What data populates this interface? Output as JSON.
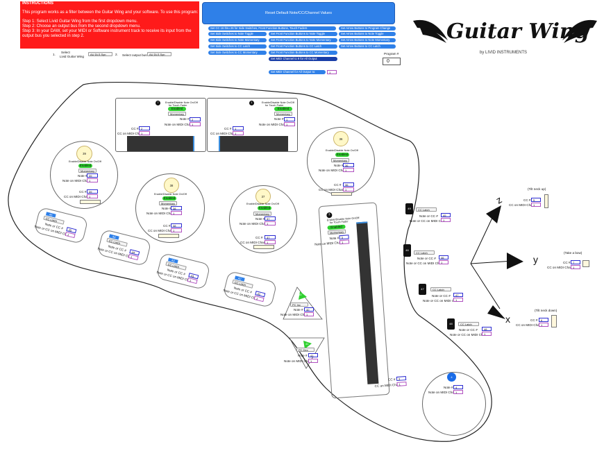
{
  "instructions": {
    "title": "INSTRUCTIONS",
    "intro": "This program works as a filter between the Guitar Wing and your software. To use this program:",
    "step1": "Step 1: Select Livid Guitar Wing from the first dropdown menu.",
    "step2": "Step 2: Choose an output bus from the second dropdown menu.",
    "step3a": "Step 3: In your DAW, set your MIDI or Software instrument track to receive its input from the",
    "step3b": "output bus you selected in step 2."
  },
  "io": {
    "step1_num": "1.",
    "select_label_a": "Select",
    "select_label_b": "Livid Guitar Wing",
    "input_value": "AU DLS Syn",
    "step2_num": "2.",
    "output_label": "Select output bus",
    "output_value": "AU DLS Syn"
  },
  "reset_button": "Reset Default Note/CC/Channel Values",
  "preset_buttons": [
    "Set CC 16 thru 26 for Side Switches, Front Function Buttons, Touch Faders",
    "Set Side Switches to Note Toggle",
    "Set Side Switches to Note Momentary",
    "Set Side Switches to CC Latch",
    "Set Side Switches to CC Momentary",
    "Set Front Function Buttons to Note Toggle",
    "Set Front Function Buttons to Note Momentary",
    "Set Front Function Buttons to CC Latch",
    "Set Front Function Buttons to CC Momentary",
    "Set MIDI Channel to 9 for All Output",
    "Set Arrow Buttons to Program Change",
    "Set Arrow Buttons to Note Toggle",
    "Set Arrow Buttons to Note Momentary",
    "Set Arrow Buttons to CC Latch"
  ],
  "midi_all": {
    "label": "Set MIDI Channel for All Output to:",
    "value": "1"
  },
  "program": {
    "label": "Program #",
    "value": "0"
  },
  "logo": {
    "text": "Guitar Wing",
    "sub": "by LIVID INSTRUMENTS"
  },
  "common": {
    "enable_label_a": "Enable/Disable Note On/Off",
    "enable_label_b": "for Touch Fader",
    "enabled": "Enabled",
    "momentary": "Momentary",
    "cc_latch": "CC Latch",
    "pc_inc": "PC Inc",
    "pc_dec": "PC Dec",
    "note_num": "Note #",
    "cc_num": "CC #",
    "note_or_cc": "Note or CC #",
    "note_or_cc_chan": "Note or CC on MIDI Chan",
    "note_on_chan": "Note on MIDI Chan",
    "cc_on_chan": "CC on MIDI Chan",
    "chan": "1"
  },
  "faders": [
    {
      "id": "7",
      "note": "2",
      "cc": "2"
    },
    {
      "id": "1",
      "note": "1",
      "cc": "1"
    }
  ],
  "vertical_fader": {
    "id": "3",
    "note": "3",
    "cc": "3"
  },
  "pads": [
    {
      "id": "39",
      "note": "39",
      "cc": "39"
    },
    {
      "id": "38",
      "note": "38",
      "cc": "38"
    },
    {
      "id": "37",
      "note": "37",
      "cc": "37"
    },
    {
      "id": "36",
      "note": "36",
      "cc": "36"
    }
  ],
  "switches": [
    {
      "id": "45",
      "val": "45"
    },
    {
      "id": "44",
      "val": "44"
    },
    {
      "id": "43",
      "val": "43"
    },
    {
      "id": "42",
      "val": "42"
    }
  ],
  "arrows": [
    {
      "id": "40",
      "val": "40"
    },
    {
      "id": "41",
      "val": "41"
    }
  ],
  "side": [
    {
      "id": "49",
      "val": "49"
    },
    {
      "id": "46",
      "val": "46"
    },
    {
      "id": "47",
      "val": "47"
    },
    {
      "id": "48",
      "val": "48"
    }
  ],
  "wheel": {
    "id": "4",
    "note": "4"
  },
  "axes": [
    {
      "letter": "z",
      "caption": "(Tilt neck up)",
      "cc": "5"
    },
    {
      "letter": "y",
      "caption": "(Take a bow)",
      "cc": "7"
    },
    {
      "letter": "x",
      "caption": "(Tilt neck down)",
      "cc": "6"
    }
  ]
}
